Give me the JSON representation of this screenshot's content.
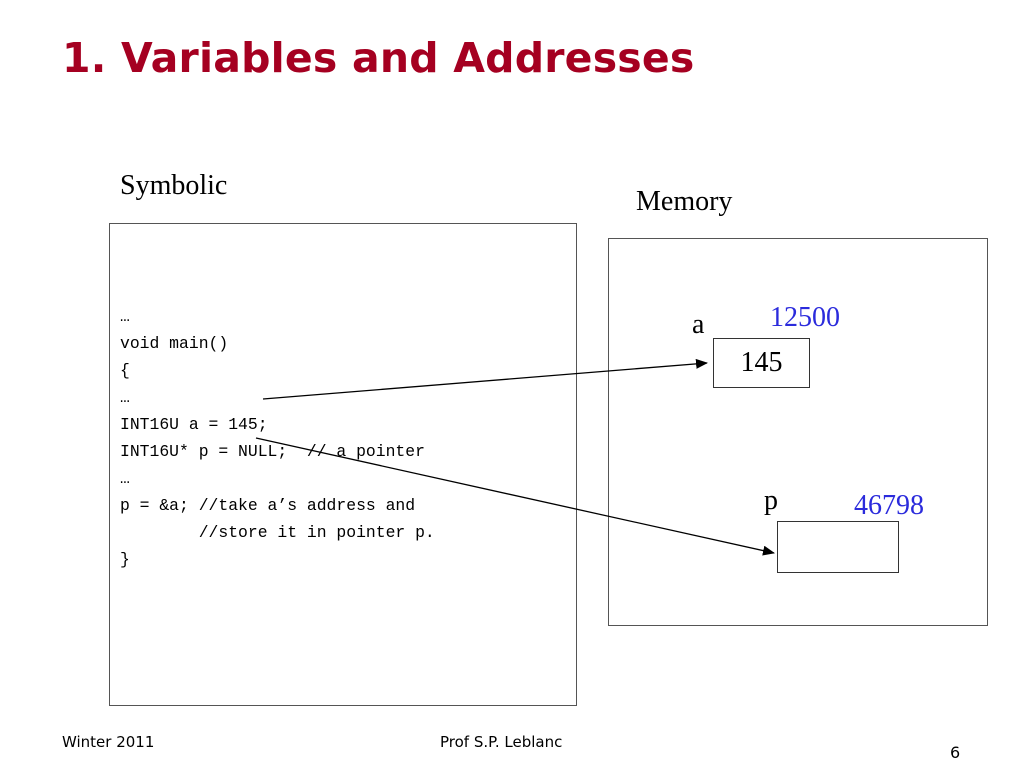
{
  "slide": {
    "title": "1. Variables and Addresses",
    "page_number": "6"
  },
  "symbolic": {
    "heading": "Symbolic",
    "code": [
      "…",
      "void main()",
      "{",
      "…",
      "INT16U a = 145;",
      "INT16U* p = NULL;  // a pointer",
      "…",
      "p = &a; //take a’s address and",
      "        //store it in pointer p.",
      "}"
    ]
  },
  "memory": {
    "heading": "Memory",
    "cells": [
      {
        "name": "a",
        "address": "12500",
        "value": "145"
      },
      {
        "name": "p",
        "address": "46798",
        "value": ""
      }
    ]
  },
  "footer": {
    "left": "Winter 2011",
    "center": "Prof S.P. Leblanc"
  },
  "colors": {
    "title": "#a50021",
    "address": "#2b2bdc"
  }
}
